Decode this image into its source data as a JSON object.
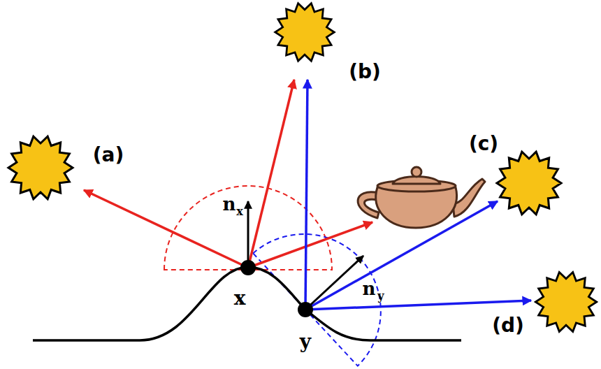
{
  "diagram": {
    "labels": [
      "(a)",
      "(b)",
      "(c)",
      "(d)",
      "n",
      "x",
      "x",
      "y",
      "n",
      "y"
    ]
  }
}
